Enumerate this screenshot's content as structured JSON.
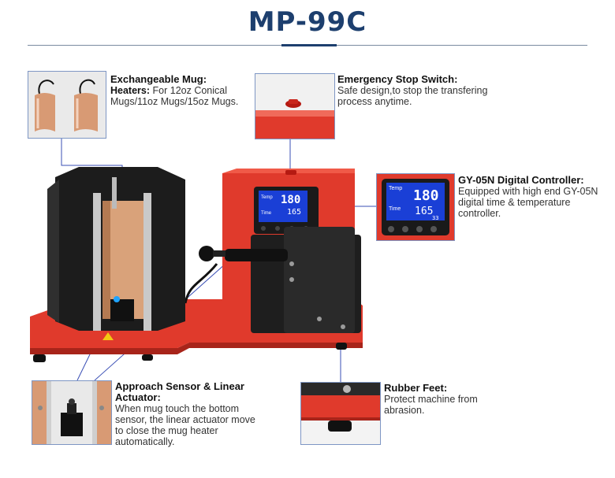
{
  "page": {
    "title": "MP-99C"
  },
  "callouts": {
    "mug_heaters": {
      "heading": "Exchangeable Mug:",
      "subheading": "Heaters:",
      "body": "For 12oz Conical Mugs/11oz Mugs/15oz Mugs."
    },
    "emergency_stop": {
      "heading": "Emergency Stop Switch:",
      "body": "Safe design,to stop the transfering process anytime."
    },
    "controller": {
      "heading": "GY-05N Digital Controller:",
      "body": "Equipped with high end GY-05N digital time & temperature controller."
    },
    "approach_sensor": {
      "heading": "Approach Sensor & Linear Actuator:",
      "body": "When mug touch the bottom sensor, the linear actuator move to close the mug heater automatically."
    },
    "rubber_feet": {
      "heading": "Rubber Feet:",
      "body": "Protect machine from abrasion."
    }
  },
  "display": {
    "temp_label": "Temp",
    "temp_value": "180",
    "temp_set": "180",
    "time_label": "Time",
    "time_value": "165",
    "small_value": "33"
  },
  "colors": {
    "title": "#1d3f6e",
    "machine_red": "#e03a2c",
    "heater_black": "#1c1c1c",
    "leader_blue": "#3a4fb5",
    "display_blue": "#1a3fd6"
  }
}
